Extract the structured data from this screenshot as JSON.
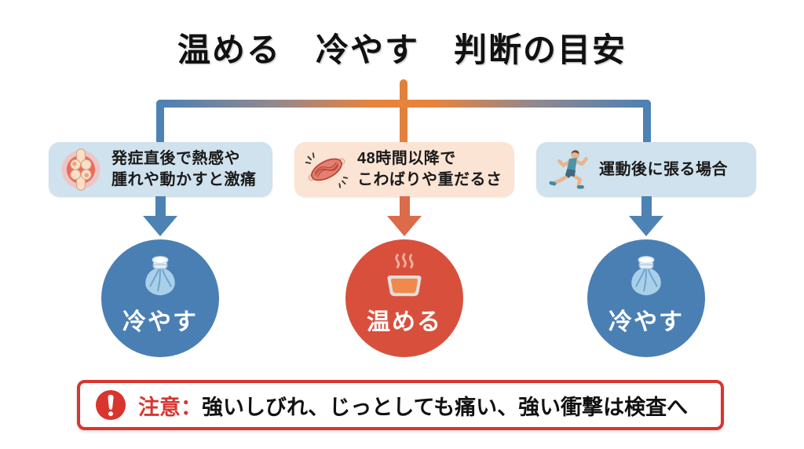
{
  "title": "温める　冷やす　判断の目安",
  "branches": [
    {
      "id": "cool-acute",
      "condition_line1": "発症直後で熱感や",
      "condition_line2": "腫れや動かすと激痛",
      "condition_icon": "joint-inflammation-icon",
      "action": "冷やす",
      "action_icon": "ice-pack-icon",
      "accent_color": "#4a7fb4",
      "box_bg": "#cfe2ee"
    },
    {
      "id": "warm-stiff",
      "condition_line1": "48時間以降で",
      "condition_line2": "こわばりや重だるさ",
      "condition_icon": "muscle-icon",
      "action": "温める",
      "action_icon": "heat-pack-icon",
      "accent_color": "#d8503c",
      "box_bg": "#fbe4d4"
    },
    {
      "id": "cool-after-exercise",
      "condition_line1": "運動後に張る場合",
      "condition_line2": "",
      "condition_icon": "runner-icon",
      "action": "冷やす",
      "action_icon": "ice-pack-icon",
      "accent_color": "#4a7fb4",
      "box_bg": "#cfe2ee"
    }
  ],
  "warning": {
    "label": "注意：",
    "text": "強いしびれ、じっとしても痛い、強い衝撃は検査へ",
    "icon": "warning-exclamation-icon",
    "border_color": "#d8352f"
  },
  "colors": {
    "background": "#ffffff",
    "cool_blue": "#4a7fb4",
    "warm_red": "#d8503c",
    "connector_orange": "#e2813e",
    "box_blue_bg": "#cfe2ee",
    "box_orange_bg": "#fbe4d4",
    "warning_red": "#d8352f",
    "text_black": "#111111"
  }
}
